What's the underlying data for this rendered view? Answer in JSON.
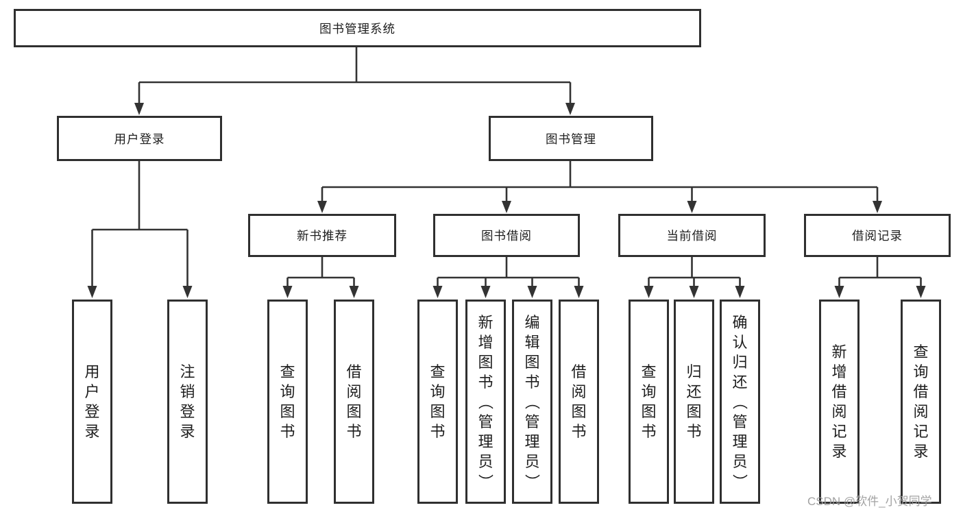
{
  "tree": {
    "root": {
      "label": "图书管理系统"
    },
    "level2": [
      {
        "label": "用户登录"
      },
      {
        "label": "图书管理"
      }
    ],
    "level3": [
      {
        "label": "新书推荐"
      },
      {
        "label": "图书借阅"
      },
      {
        "label": "当前借阅"
      },
      {
        "label": "借阅记录"
      }
    ],
    "leaves": {
      "user": [
        "用户登录",
        "注销登录"
      ],
      "recommend": [
        "查询图书",
        "借阅图书"
      ],
      "borrow": [
        "查询图书",
        "新增图书（管理员）",
        "编辑图书（管理员）",
        "借阅图书"
      ],
      "current": [
        "查询图书",
        "归还图书",
        "确认归还（管理员）"
      ],
      "records": [
        "新增借阅记录",
        "查询借阅记录"
      ]
    }
  },
  "watermark": {
    "text": "CSDN @软件_小贺同学"
  },
  "colors": {
    "line": "#333333",
    "box_border": "#2f2f2f",
    "text": "#1e1e1e",
    "watermark": "#9b9b9b",
    "background": "#ffffff"
  }
}
